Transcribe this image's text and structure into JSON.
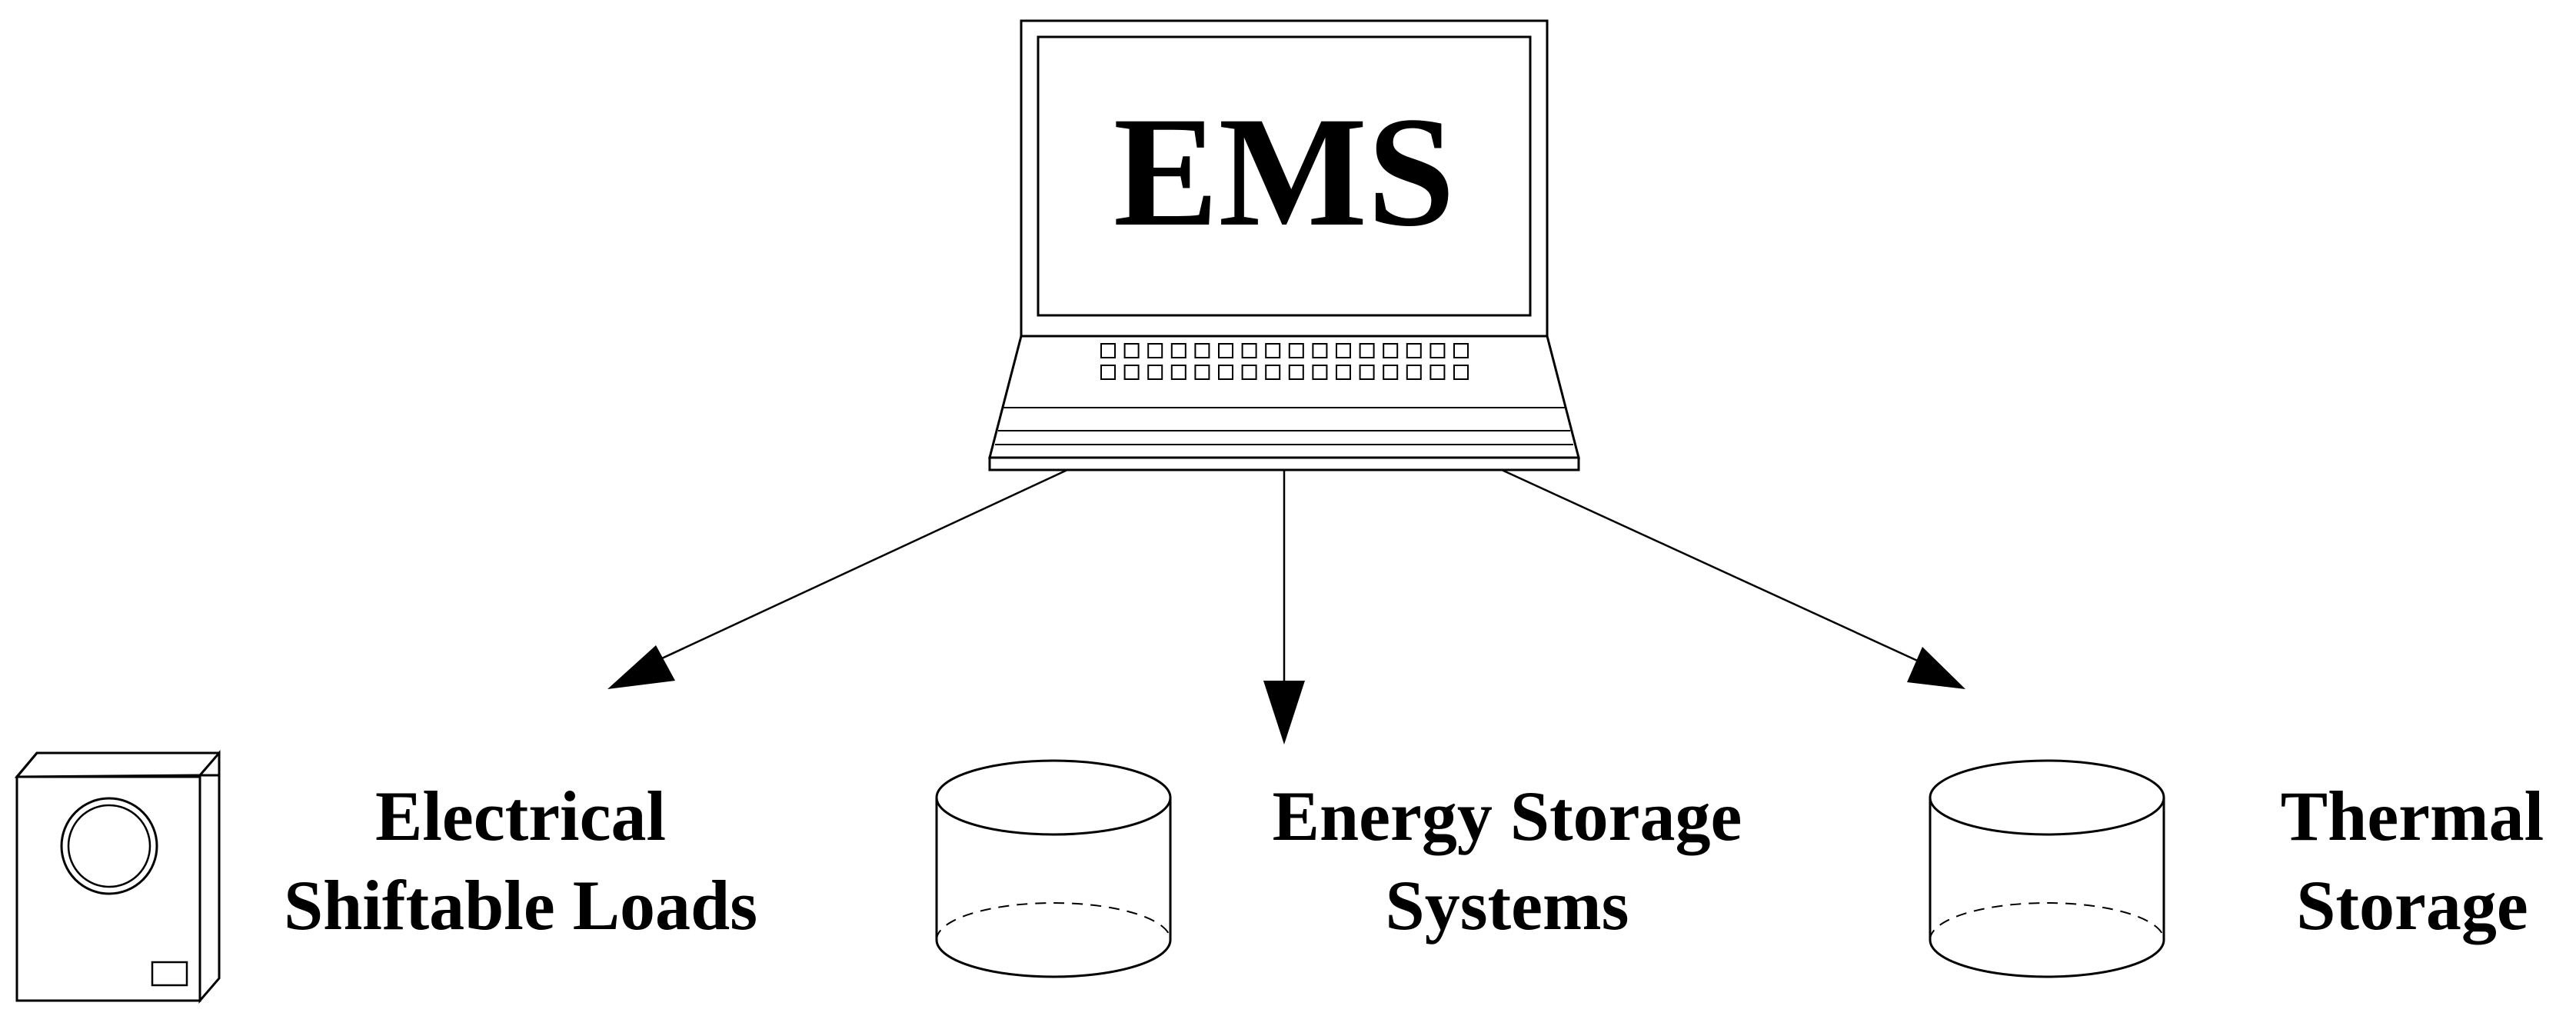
{
  "controller": {
    "label": "EMS",
    "icon": "laptop-icon"
  },
  "targets": [
    {
      "id": "electrical-shiftable-loads",
      "icon": "washing-machine-icon",
      "lines": [
        "Electrical",
        "Shiftable Loads"
      ]
    },
    {
      "id": "energy-storage-systems",
      "icon": "cylinder-storage-icon",
      "lines": [
        "Energy Storage",
        "Systems"
      ]
    },
    {
      "id": "thermal-storage",
      "icon": "cylinder-storage-icon",
      "lines": [
        "Thermal",
        "Storage"
      ]
    }
  ],
  "colors": {
    "line": "#000000",
    "background": "#ffffff"
  }
}
